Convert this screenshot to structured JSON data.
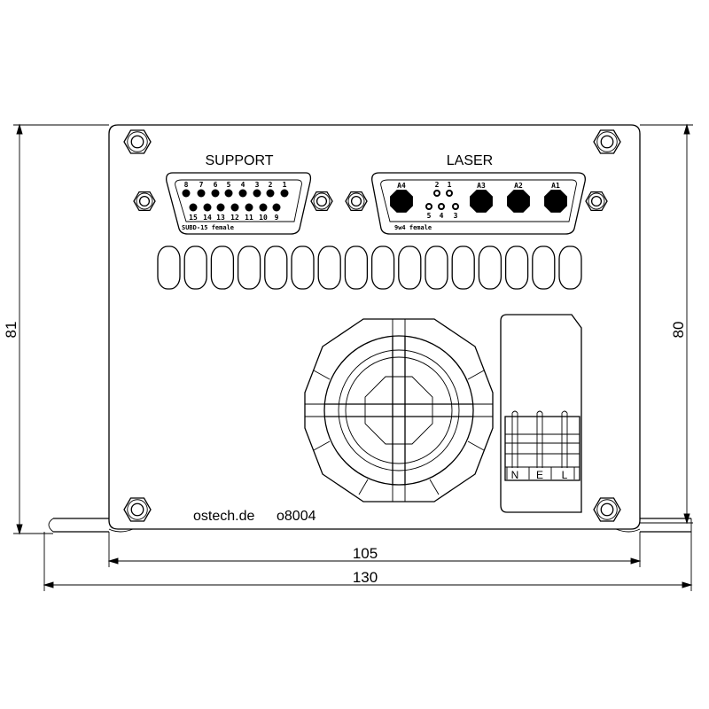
{
  "dimensions": {
    "height_outer": "81",
    "height_inner": "80",
    "width_inner": "105",
    "width_outer": "130"
  },
  "support": {
    "title": "SUPPORT",
    "caption": "SUBD-15 female",
    "top_pins": [
      "8",
      "7",
      "6",
      "5",
      "4",
      "3",
      "2",
      "1"
    ],
    "bottom_pins": [
      "15",
      "14",
      "13",
      "12",
      "11",
      "10",
      "9"
    ]
  },
  "laser": {
    "title": "LASER",
    "caption": "9w4 female",
    "coax": [
      "A4",
      "A3",
      "A2",
      "A1"
    ],
    "top_pins": [
      "2",
      "1"
    ],
    "bottom_pins": [
      "5",
      "4",
      "3"
    ]
  },
  "vent_slot_count": 16,
  "terminal": {
    "labels": [
      "N",
      "E",
      "L"
    ]
  },
  "footer": {
    "brand": "ostech.de",
    "model": "o8004"
  }
}
